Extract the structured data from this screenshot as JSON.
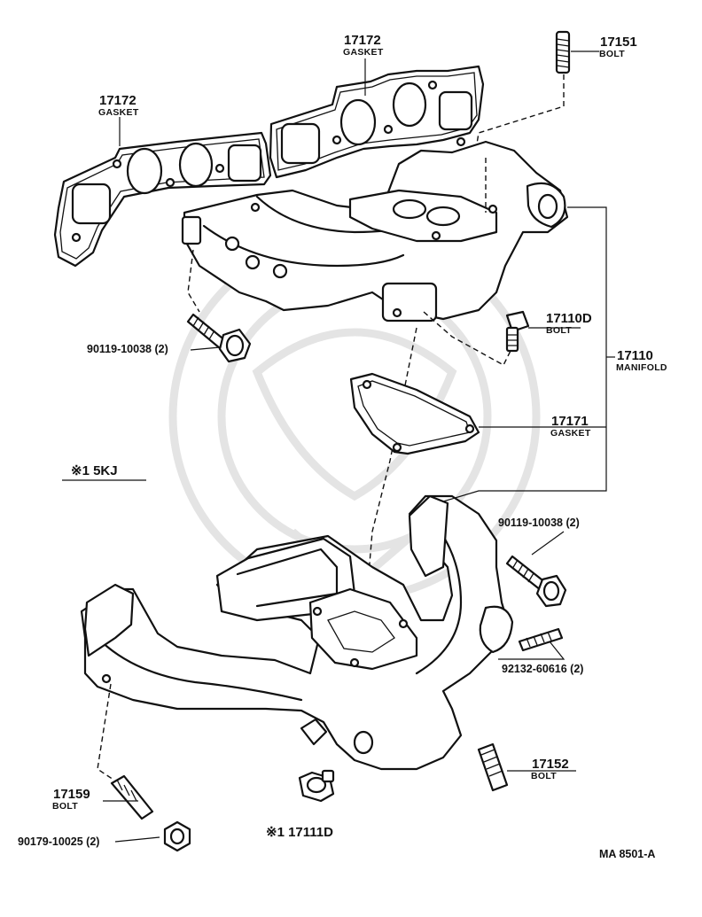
{
  "diagram": {
    "gasket_left": {
      "number": "17172",
      "name": "GASKET"
    },
    "gasket_top": {
      "number": "17172",
      "name": "GASKET"
    },
    "bolt_top_right": {
      "number": "17151",
      "name": "BOLT"
    },
    "bolt_17110d": {
      "number": "17110D",
      "name": "BOLT"
    },
    "manifold": {
      "number": "17110",
      "name": "MANIFOLD"
    },
    "gasket_mid": {
      "number": "17171",
      "name": "GASKET"
    },
    "bolt_left_upper": {
      "number": "90119-10038 (2)"
    },
    "bolt_right_lower": {
      "number": "90119-10038 (2)"
    },
    "stud": {
      "number": "92132-60616 (2)"
    },
    "bolt_17152": {
      "number": "17152",
      "name": "BOLT"
    },
    "bolt_17159": {
      "number": "17159",
      "name": "BOLT"
    },
    "nut": {
      "number": "90179-10025 (2)"
    },
    "plug": {
      "number": "※1 17111D"
    },
    "note": "※1  5KJ",
    "drawing_code": "MA  8501-A"
  }
}
